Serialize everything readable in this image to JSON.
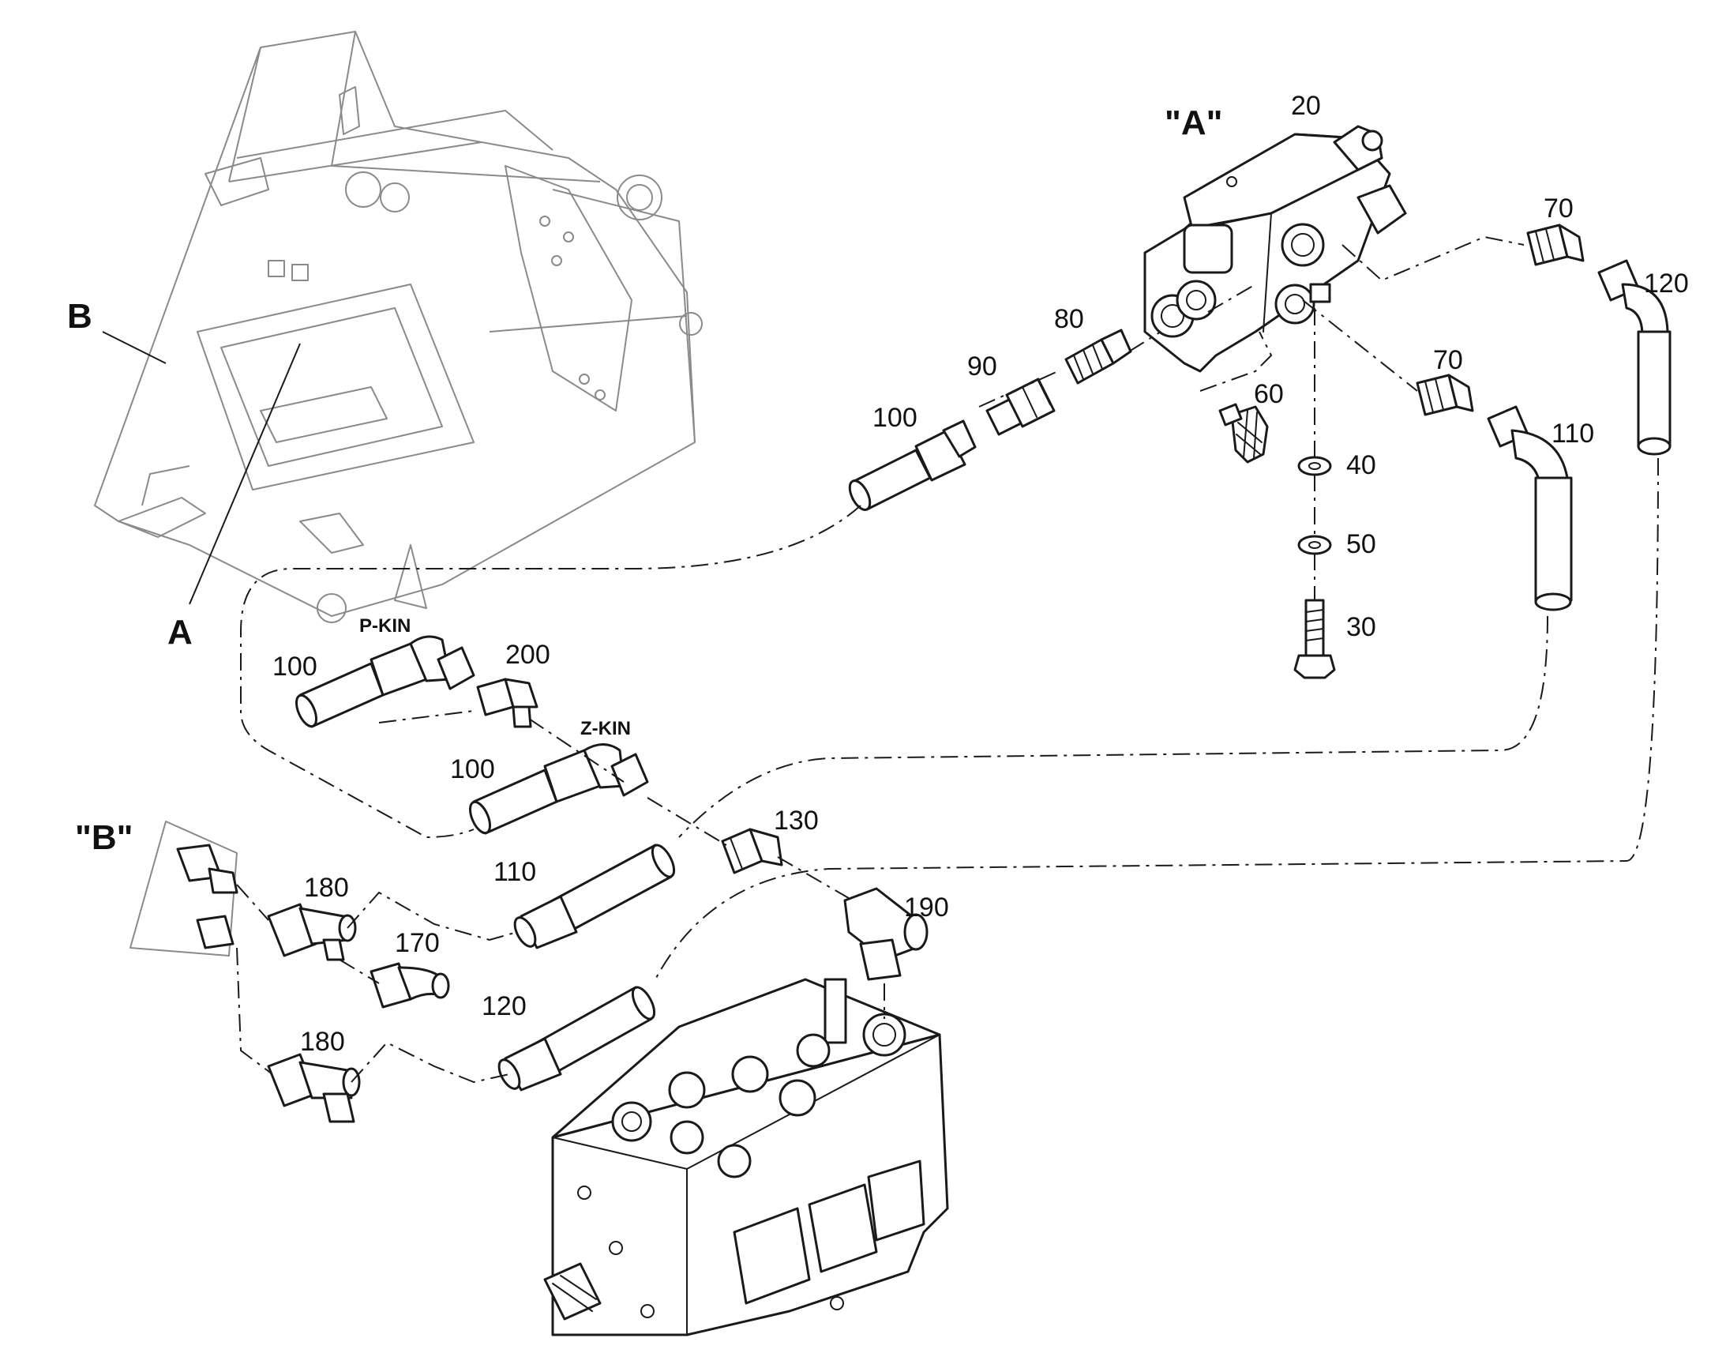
{
  "labels": {
    "view_A": "\"A\"",
    "view_B": "\"B\"",
    "ref_A": "A",
    "ref_B": "B",
    "p_kin": "P-KIN",
    "z_kin": "Z-KIN"
  },
  "parts": {
    "p20": "20",
    "p30": "30",
    "p40": "40",
    "p50": "50",
    "p60": "60",
    "p70a": "70",
    "p70b": "70",
    "p80": "80",
    "p90": "90",
    "p100a": "100",
    "p100b": "100",
    "p100c": "100",
    "p110a": "110",
    "p110b": "110",
    "p120a": "120",
    "p120b": "120",
    "p130": "130",
    "p170": "170",
    "p180a": "180",
    "p180b": "180",
    "p190": "190",
    "p200": "200"
  },
  "colors": {
    "line": "#1a1a1a",
    "frame": "#8a8a8a",
    "background": "#ffffff"
  }
}
